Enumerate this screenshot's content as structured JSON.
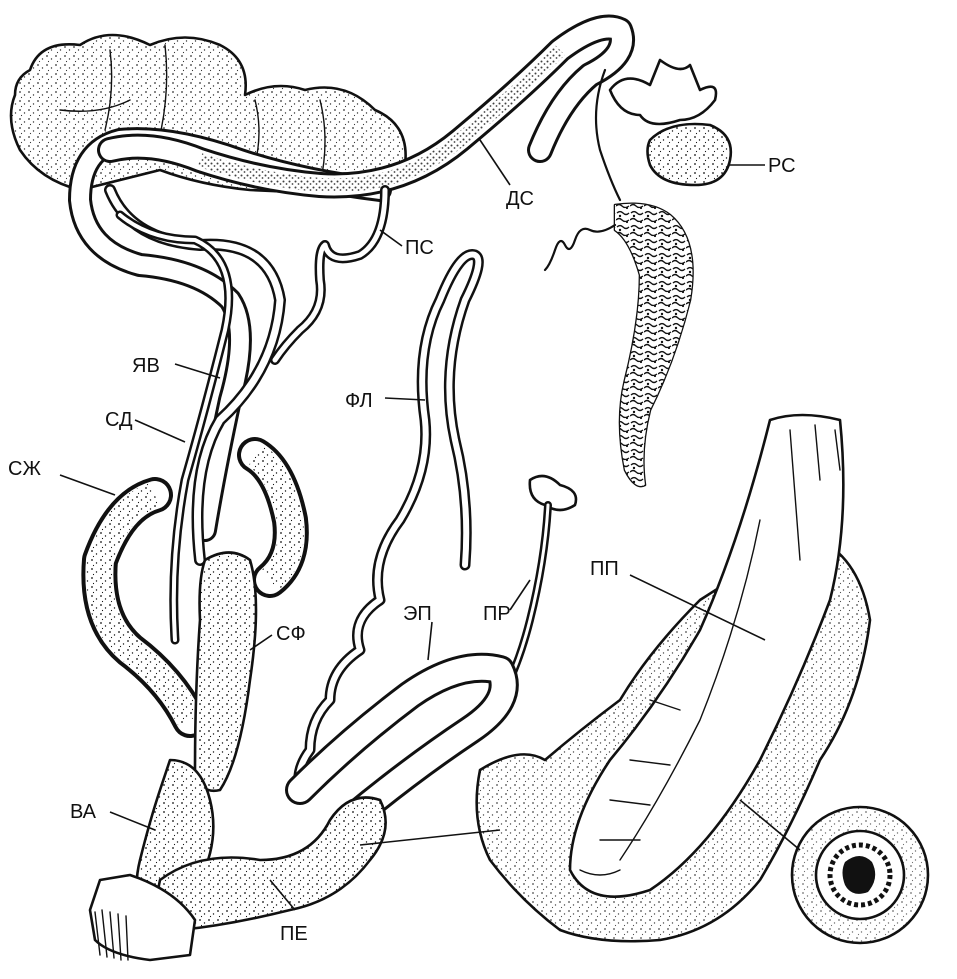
{
  "labels": {
    "RS": "РС",
    "DS": "ДС",
    "PS": "ПС",
    "YAV": "ЯВ",
    "FL": "ФЛ",
    "SD": "СД",
    "SZH": "СЖ",
    "SF": "СФ",
    "EP": "ЭП",
    "PR": "ПР",
    "PP": "ПП",
    "VA": "ВА",
    "PE": "ПЕ"
  }
}
